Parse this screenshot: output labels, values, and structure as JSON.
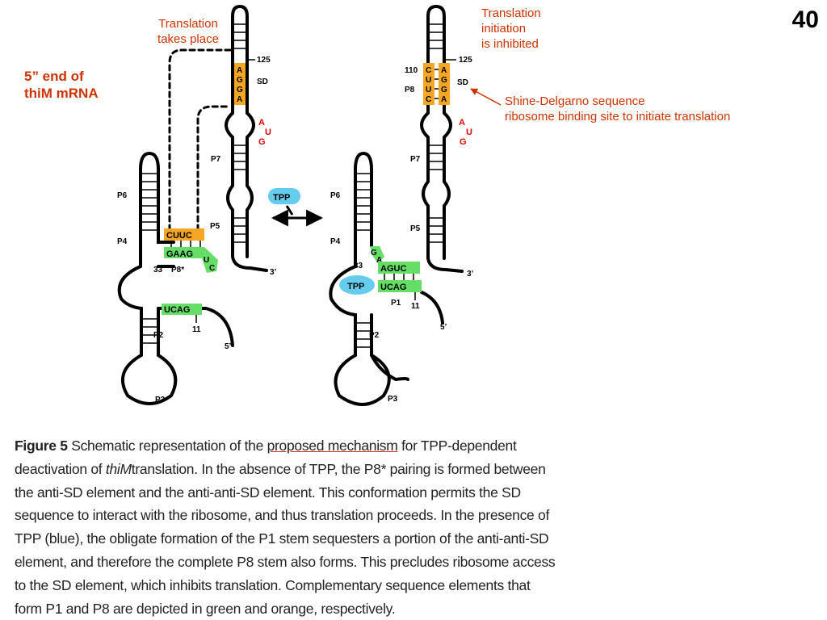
{
  "slide_number": "40",
  "annotations": {
    "translation_takes_place": [
      "Translation",
      "takes place"
    ],
    "translation_inhibited": [
      "Translation",
      "initiation",
      "is inhibited"
    ],
    "thim_label": [
      "5” end of",
      "thiM  mRNA"
    ],
    "sd_note": [
      "Shine-Delgarno sequence",
      "ribosome binding site to initiate translation"
    ]
  },
  "diagram": {
    "left": {
      "stems": [
        "P7",
        "P6",
        "P5",
        "P4",
        "P2",
        "P3",
        "P8*"
      ],
      "positions": [
        "125",
        "33",
        "11"
      ],
      "sd_label": "SD",
      "sd_bases": [
        "A",
        "G",
        "G",
        "A"
      ],
      "start_codon": [
        "A",
        "U",
        "G"
      ],
      "anti_anti_sd": "CUUC",
      "anti_sd": "GAAG",
      "extra_bases": [
        "U",
        "C"
      ],
      "p1_green": "UCAG",
      "end3": "3’",
      "end5": "5’"
    },
    "right": {
      "stems": [
        "P7",
        "P6",
        "P5",
        "P4",
        "P2",
        "P3",
        "P8",
        "P1"
      ],
      "positions": [
        "110",
        "125",
        "33",
        "11"
      ],
      "sd_label": "SD",
      "sd_left_bases": [
        "C",
        "U",
        "U",
        "C"
      ],
      "sd_right_bases": [
        "A",
        "G",
        "G",
        "A"
      ],
      "start_codon": [
        "A",
        "U",
        "G"
      ],
      "green_top": "AGUC",
      "green_bottom": "UCAG",
      "green_extra": [
        "G",
        "A"
      ],
      "tpp_label": "TPP",
      "end3": "3’",
      "end5": "5’"
    },
    "tpp_arrow_label": "TPP"
  },
  "caption": {
    "lead": "Figure 5",
    "line1_a": "Schematic representation of the ",
    "line1_u": "proposed mechanism",
    "line1_b": " for TPP-dependent",
    "line2_a": "deactivation of ",
    "line2_i": "thiM",
    "line2_b": "translation. In the absence of TPP, the P8* pairing is formed between",
    "line3": "the anti-SD element and the anti-anti-SD element. This conformation permits the SD",
    "line4": "sequence to interact with the ribosome, and thus translation proceeds. In the presence of",
    "line5": "TPP (blue), the obligate formation of the P1 stem sequesters a portion of the anti-anti-SD",
    "line6": "element, and therefore the complete P8 stem also forms. This precludes ribosome access",
    "line7": "to the SD element, which inhibits translation. Complementary sequence elements that",
    "line8": "form P1 and P8 are depicted in green and orange, respectively."
  },
  "colors": {
    "annotation": "#cc3300",
    "green_element": "#66dd66",
    "orange_element": "#f5a623",
    "tpp_blue": "#66ccee",
    "start_codon": "#dd0000"
  }
}
